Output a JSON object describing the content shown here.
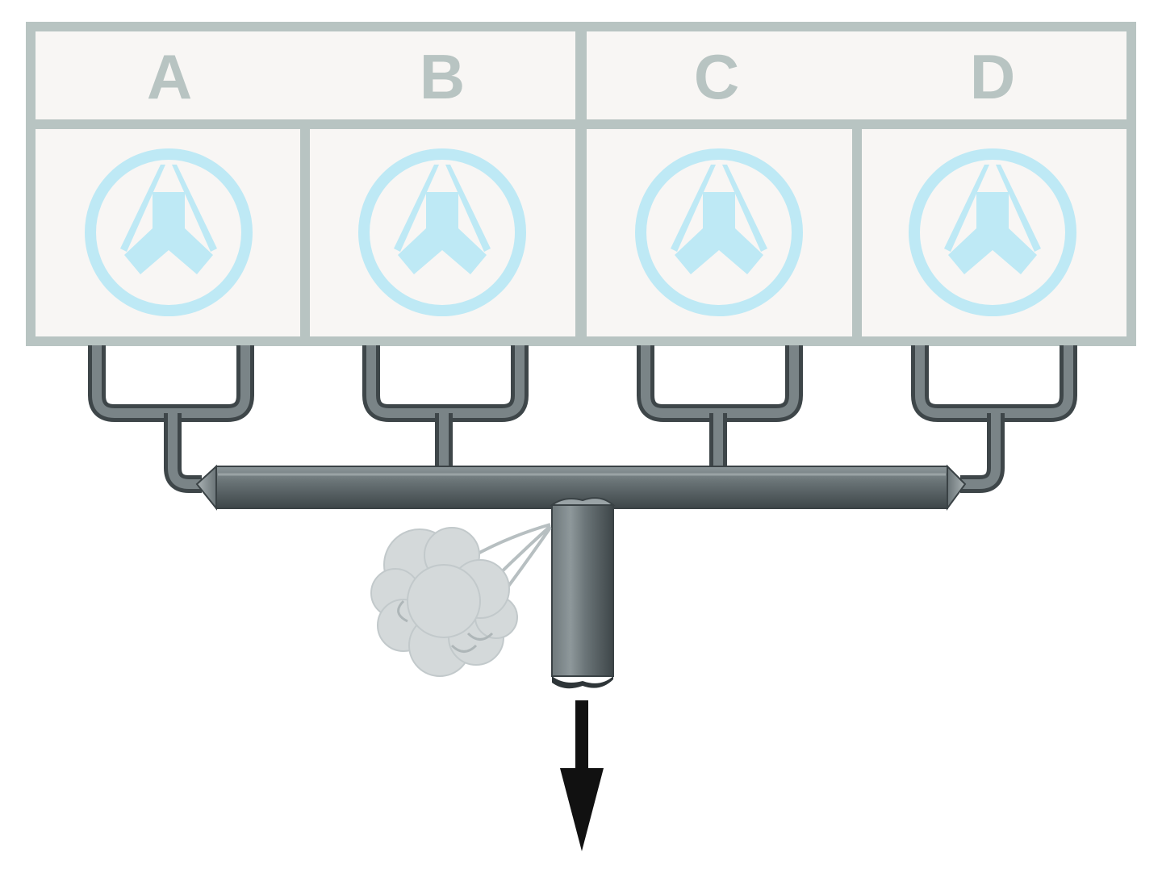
{
  "diagram": {
    "labels": [
      "A",
      "B",
      "C",
      "D"
    ],
    "modules": [
      {
        "label": "A",
        "icon": "manifold-y-icon"
      },
      {
        "label": "B",
        "icon": "manifold-y-icon"
      },
      {
        "label": "C",
        "icon": "manifold-y-icon"
      },
      {
        "label": "D",
        "icon": "manifold-y-icon"
      }
    ],
    "colors": {
      "panel_fill": "#f8f6f4",
      "panel_border": "#b8c4c2",
      "label_text": "#b8c4c2",
      "icon": "#bee9f5",
      "pipe": "#5c6669",
      "pipe_highlight": "#9aa3a6",
      "pipe_shadow": "#3a4245",
      "leak_cloud": "#d4d9da",
      "arrow": "#111111"
    },
    "icons": {
      "leak": "leak-cloud-icon",
      "flow_direction": "down-arrow-icon"
    }
  }
}
